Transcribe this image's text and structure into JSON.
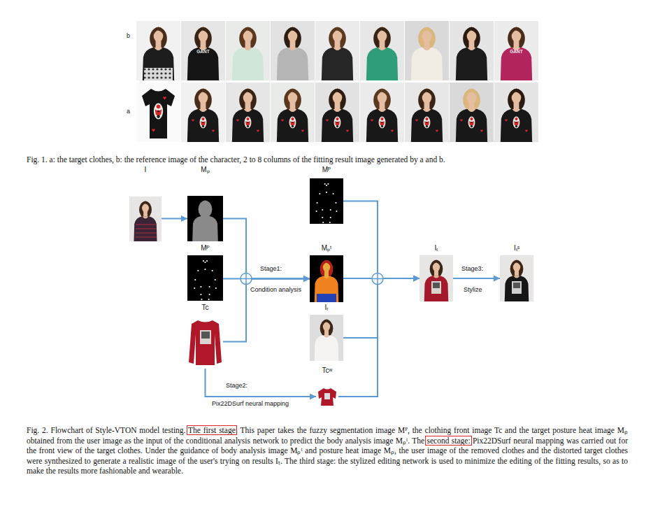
{
  "diagram": {
    "caption": "Fig. 2. Flowchart of Style-VTON model testing. The first stage: This paper takes the fuzzy segmentation image Mᴾ, the clothing front image Tc and the target posture heat image Mₚ obtained from the user image as the input of the conditional analysis network to predict the body analysis image Mₚᵗ. The second stage: Pix22DSurf neural mapping was carried out for the front view of the target clothes. Under the guidance of body analysis image Mₚᵗ and posture heat image Mₚ, the user image of the removed clothes and the distorted target clothes were synthesized to generate a realistic image of the user's trying on results Iₜ. The third stage: the stylized editing network is used to minimize the editing of the fitting results, so as to make the results more fashionable and wearable.",
    "nodes": [
      {
        "text": [
          "I"
        ]
      },
      {
        "text": [
          "Mₚ"
        ]
      },
      {
        "text": [
          "Mᴾ"
        ]
      },
      {
        "text": [
          "Mᴾ"
        ]
      },
      {
        "text": [
          "Mₚᵗ"
        ]
      },
      {
        "text": [
          "Iₜ"
        ]
      },
      {
        "text": [
          "Iₜˢ"
        ]
      },
      {
        "text": [
          "Tc"
        ]
      },
      {
        "text": [
          "Iᵣ"
        ]
      },
      {
        "text": [
          "Tcʷ"
        ]
      }
    ],
    "edges": [
      {
        "from": 0,
        "to": 1,
        "arrow": "to"
      },
      {
        "from": 1,
        "to": 4,
        "arrow": "to"
      },
      {
        "from": 3,
        "to": 4,
        "arrow": "to"
      },
      {
        "from": 7,
        "to": 4,
        "arrow": "to"
      },
      {
        "from": 7,
        "to": 9,
        "arrow": "to"
      },
      {
        "from": 2,
        "to": 5,
        "arrow": "to"
      },
      {
        "from": 4,
        "to": 5,
        "arrow": "to"
      },
      {
        "from": 8,
        "to": 5,
        "arrow": "to"
      },
      {
        "from": 9,
        "to": 5,
        "arrow": "to"
      },
      {
        "from": 5,
        "to": 6,
        "arrow": "to"
      }
    ],
    "labels": [
      "b",
      "GANT",
      "GANT",
      "a",
      "Fig. 1. a: the target clothes, b: the reference image of the character, 2 to 8 columns of the fitting result image generated by a and b.",
      "Stage1:",
      "Condition analysis",
      "Stage3:",
      "Stylize",
      "Stage2:",
      "Pix22DSurf neural mapping"
    ]
  }
}
